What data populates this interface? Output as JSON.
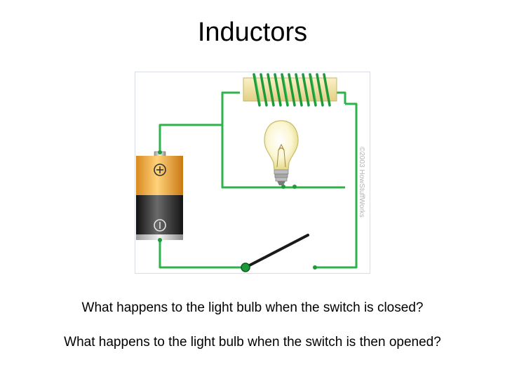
{
  "slide": {
    "title": "Inductors",
    "questions": [
      "What happens to the light bulb when the switch is closed?",
      "What happens to the light bulb when the switch is then opened?"
    ]
  },
  "diagram": {
    "copyright": "©2003 HowStuffWorks",
    "wire_color": "#2db34a",
    "coil_color": "#1f9a3a",
    "core_color": "#f2e3a3"
  }
}
